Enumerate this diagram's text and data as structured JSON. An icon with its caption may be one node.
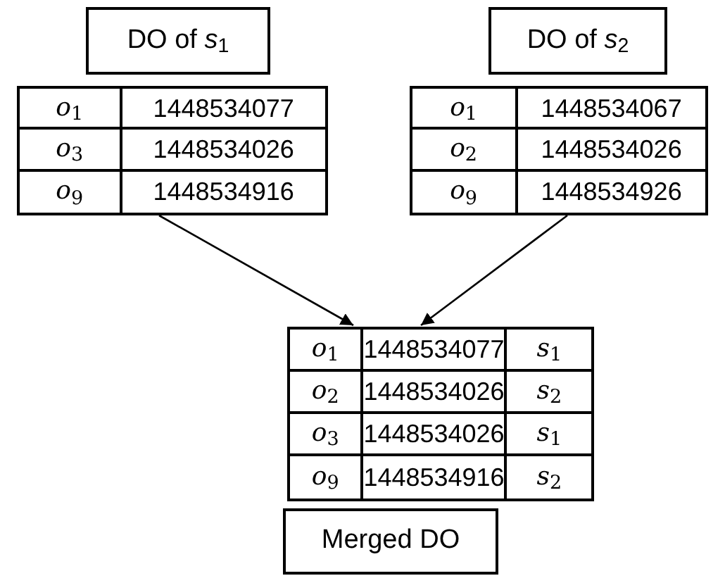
{
  "diagram": {
    "nodes": [
      {
        "text": [
          "DO of *s*$_{1}$"
        ]
      },
      {
        "text": [
          "*o*$_{1}$",
          "1448534077",
          "*o*$_{3}$",
          "1448534026",
          "*o*$_{9}$",
          "1448534916"
        ]
      },
      {
        "text": [
          "DO of *s*$_{2}$"
        ]
      },
      {
        "text": [
          "*o*$_{1}$",
          "1448534067",
          "*o*$_{2}$",
          "1448534026",
          "*o*$_{9}$",
          "1448534926"
        ]
      },
      {
        "text": [
          "*o*$_{1}$",
          "1448534077",
          "*s*$_{1}$",
          "*o*$_{2}$",
          "1448534026",
          "*s*$_{2}$",
          "*o*$_{3}$",
          "1448534026",
          "*s*$_{1}$",
          "*o*$_{9}$",
          "1448534916",
          "*s*$_{2}$"
        ]
      },
      {
        "text": [
          "Merged DO"
        ]
      }
    ],
    "edges": [
      {
        "from": 1,
        "to": 4,
        "arrow": "to"
      },
      {
        "from": 3,
        "to": 4,
        "arrow": "to"
      }
    ]
  }
}
